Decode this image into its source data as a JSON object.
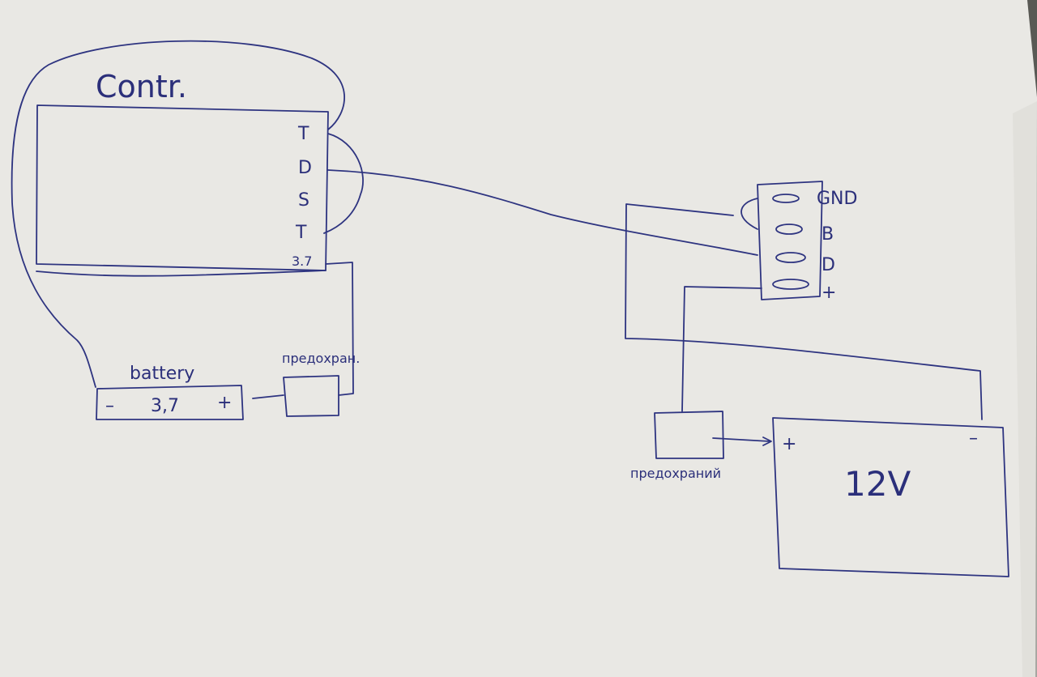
{
  "colors": {
    "paper": "#e9e8e4",
    "ink": "#2e3480",
    "background": "#595954"
  },
  "controller": {
    "title": "Contr.",
    "pins": [
      "T",
      "D",
      "S",
      "T"
    ],
    "voltage": "3.7"
  },
  "battery": {
    "label": "battery",
    "minus": "–",
    "voltage": "3,7",
    "plus": "+"
  },
  "fuse_left": {
    "label": "предохран."
  },
  "connector": {
    "pins": [
      "GND",
      "B",
      "D",
      "+"
    ]
  },
  "fuse_right": {
    "label": "предохраний"
  },
  "power_supply": {
    "plus": "+",
    "minus": "–",
    "label": "12V"
  }
}
